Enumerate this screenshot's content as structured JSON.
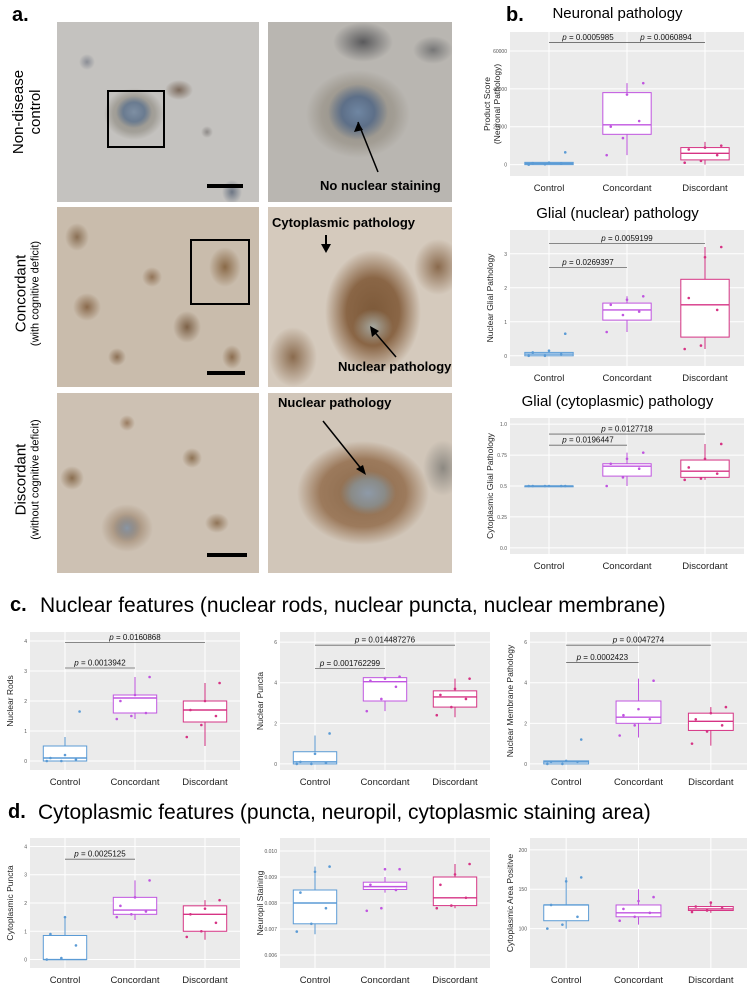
{
  "panel_a": {
    "label": "a.",
    "rows": [
      {
        "main": "Non-disease",
        "main2": "control",
        "sub": ""
      },
      {
        "main": "Concordant",
        "main2": "",
        "sub": "(with cognitive deficit)"
      },
      {
        "main": "Discordant",
        "main2": "",
        "sub": "(without cognitive deficit)"
      }
    ],
    "annotations": {
      "no_nuclear": "No nuclear staining",
      "cytoplasmic": "Cytoplasmic pathology",
      "nuclear1": "Nuclear pathology",
      "nuclear2": "Nuclear pathology"
    }
  },
  "panel_b": {
    "label": "b."
  },
  "panel_c": {
    "label": "c.",
    "title": "Nuclear features (nuclear rods, nuclear puncta, nuclear membrane)"
  },
  "panel_d": {
    "label": "d.",
    "title": "Cytoplasmic features (puncta, neuropil, cytoplasmic staining area)"
  },
  "colors": {
    "control": "#5b9bd5",
    "concordant": "#c055e0",
    "discordant": "#d63384",
    "plot_bg": "#ebebeb"
  },
  "chart_data": [
    {
      "id": "neuronal",
      "type": "box",
      "title": "Neuronal pathology",
      "ylabel": "Product Score\n(Neuronal Pathology)",
      "ylim": [
        -600,
        7000
      ],
      "yticks": [
        0,
        2000,
        4000,
        6000
      ],
      "ytick_labels": [
        "0",
        "20000",
        "40000",
        "60000"
      ],
      "categories": [
        "Control",
        "Concordant",
        "Discordant"
      ],
      "boxes": [
        {
          "q1": 0,
          "median": 60,
          "q3": 120,
          "lo": 0,
          "hi": 120,
          "points": [
            0,
            20,
            60,
            80,
            100,
            650
          ]
        },
        {
          "q1": 1600,
          "median": 2100,
          "q3": 3800,
          "lo": 500,
          "hi": 4300,
          "points": [
            500,
            1400,
            2300,
            2000,
            3700,
            4300
          ]
        },
        {
          "q1": 250,
          "median": 600,
          "q3": 900,
          "lo": 0,
          "hi": 1200,
          "points": [
            100,
            200,
            500,
            800,
            900,
            1000
          ]
        }
      ],
      "brackets": [
        {
          "from": 0,
          "to": 1,
          "level": 6450,
          "label": "p = 0.0005985"
        },
        {
          "from": 1,
          "to": 2,
          "level": 6450,
          "label": "p = 0.0060894"
        }
      ]
    },
    {
      "id": "glial_nuclear",
      "type": "box",
      "title": "Glial (nuclear) pathology",
      "ylabel": "Nuclear Glial Pathology",
      "ylim": [
        -0.3,
        3.7
      ],
      "yticks": [
        0,
        1,
        2,
        3
      ],
      "ytick_labels": [
        "0",
        "1",
        "2",
        "3"
      ],
      "categories": [
        "Control",
        "Concordant",
        "Discordant"
      ],
      "boxes": [
        {
          "q1": 0.0,
          "median": 0.05,
          "q3": 0.1,
          "lo": 0,
          "hi": 0.1,
          "points": [
            0,
            0,
            0.05,
            0.1,
            0.15,
            0.65
          ]
        },
        {
          "q1": 1.05,
          "median": 1.35,
          "q3": 1.55,
          "lo": 0.7,
          "hi": 1.75,
          "points": [
            0.7,
            1.2,
            1.3,
            1.5,
            1.65,
            1.75
          ]
        },
        {
          "q1": 0.55,
          "median": 1.5,
          "q3": 2.25,
          "lo": 0.2,
          "hi": 3.2,
          "points": [
            0.2,
            0.3,
            1.35,
            1.7,
            2.9,
            3.2
          ]
        }
      ],
      "brackets": [
        {
          "from": 0,
          "to": 2,
          "level": 3.3,
          "label": "p = 0.0059199"
        },
        {
          "from": 0,
          "to": 1,
          "level": 2.6,
          "label": "p = 0.0269397"
        }
      ]
    },
    {
      "id": "glial_cyto",
      "type": "box",
      "title": "Glial (cytoplasmic) pathology",
      "ylabel": "Cytoplasmic Glial Pathology",
      "ylim": [
        -0.05,
        1.05
      ],
      "yticks": [
        0,
        0.25,
        0.5,
        0.75,
        1.0
      ],
      "ytick_labels": [
        "0.0",
        "0.25",
        "0.5",
        "0.75",
        "1.0"
      ],
      "categories": [
        "Control",
        "Concordant",
        "Discordant"
      ],
      "boxes": [
        {
          "q1": 0.5,
          "median": 0.5,
          "q3": 0.5,
          "lo": 0.5,
          "hi": 0.5,
          "points": [
            0.5,
            0.5,
            0.5,
            0.5,
            0.5,
            0.5
          ]
        },
        {
          "q1": 0.58,
          "median": 0.66,
          "q3": 0.68,
          "lo": 0.5,
          "hi": 0.77,
          "points": [
            0.5,
            0.57,
            0.64,
            0.68,
            0.72,
            0.77
          ]
        },
        {
          "q1": 0.57,
          "median": 0.62,
          "q3": 0.71,
          "lo": 0.55,
          "hi": 0.84,
          "points": [
            0.55,
            0.56,
            0.6,
            0.65,
            0.72,
            0.84
          ]
        }
      ],
      "brackets": [
        {
          "from": 0,
          "to": 2,
          "level": 0.92,
          "label": "p = 0.0127718"
        },
        {
          "from": 0,
          "to": 1,
          "level": 0.83,
          "label": "p = 0.0196447"
        }
      ]
    },
    {
      "id": "nuclear_rods",
      "type": "box",
      "title": "",
      "ylabel": "Nuclear Rods",
      "ylim": [
        -0.3,
        4.3
      ],
      "yticks": [
        0,
        1,
        2,
        3,
        4
      ],
      "ytick_labels": [
        "0",
        "1",
        "2",
        "3",
        "4"
      ],
      "categories": [
        "Control",
        "Concordant",
        "Discordant"
      ],
      "boxes": [
        {
          "q1": 0.0,
          "median": 0.1,
          "q3": 0.5,
          "lo": 0,
          "hi": 0.8,
          "points": [
            0,
            0,
            0.05,
            0.1,
            0.2,
            1.65
          ]
        },
        {
          "q1": 1.6,
          "median": 2.1,
          "q3": 2.2,
          "lo": 1.4,
          "hi": 2.8,
          "points": [
            1.4,
            1.5,
            1.6,
            2.0,
            2.2,
            2.8
          ]
        },
        {
          "q1": 1.3,
          "median": 1.7,
          "q3": 2.0,
          "lo": 0.5,
          "hi": 2.6,
          "points": [
            0.8,
            1.2,
            1.5,
            1.7,
            2.0,
            2.6
          ]
        }
      ],
      "brackets": [
        {
          "from": 0,
          "to": 2,
          "level": 3.95,
          "label": "p = 0.0160868"
        },
        {
          "from": 0,
          "to": 1,
          "level": 3.1,
          "label": "p = 0.0013942"
        }
      ]
    },
    {
      "id": "nuclear_puncta",
      "type": "box",
      "title": "",
      "ylabel": "Nuclear Puncta",
      "ylim": [
        -0.3,
        6.5
      ],
      "yticks": [
        0,
        2,
        4,
        6
      ],
      "ytick_labels": [
        "0",
        "2",
        "4",
        "6"
      ],
      "categories": [
        "Control",
        "Concordant",
        "Discordant"
      ],
      "boxes": [
        {
          "q1": 0.0,
          "median": 0.1,
          "q3": 0.6,
          "lo": 0,
          "hi": 1.4,
          "points": [
            0,
            0,
            0.05,
            0.1,
            0.5,
            1.5
          ]
        },
        {
          "q1": 3.1,
          "median": 4.05,
          "q3": 4.25,
          "lo": 2.6,
          "hi": 4.3,
          "points": [
            2.6,
            3.2,
            3.8,
            4.1,
            4.2,
            4.3
          ]
        },
        {
          "q1": 2.8,
          "median": 3.3,
          "q3": 3.6,
          "lo": 2.3,
          "hi": 4.2,
          "points": [
            2.4,
            2.8,
            3.2,
            3.4,
            3.7,
            4.2
          ]
        }
      ],
      "brackets": [
        {
          "from": 0,
          "to": 2,
          "level": 5.85,
          "label": "p = 0.014487276"
        },
        {
          "from": 0,
          "to": 1,
          "level": 4.7,
          "label": "p = 0.001762299"
        }
      ]
    },
    {
      "id": "nuclear_membrane",
      "type": "box",
      "title": "",
      "ylabel": "Nuclear Membrane Pathology",
      "ylim": [
        -0.3,
        6.5
      ],
      "yticks": [
        0,
        2,
        4,
        6
      ],
      "ytick_labels": [
        "0",
        "2",
        "4",
        "6"
      ],
      "categories": [
        "Control",
        "Concordant",
        "Discordant"
      ],
      "boxes": [
        {
          "q1": 0.0,
          "median": 0.1,
          "q3": 0.15,
          "lo": 0,
          "hi": 0.2,
          "points": [
            0,
            0,
            0.1,
            0.1,
            0.15,
            1.2
          ]
        },
        {
          "q1": 2.0,
          "median": 2.3,
          "q3": 3.1,
          "lo": 1.3,
          "hi": 4.2,
          "points": [
            1.4,
            1.9,
            2.2,
            2.4,
            2.7,
            4.1
          ]
        },
        {
          "q1": 1.65,
          "median": 2.1,
          "q3": 2.5,
          "lo": 0.9,
          "hi": 2.8,
          "points": [
            1.0,
            1.6,
            1.9,
            2.2,
            2.5,
            2.8
          ]
        }
      ],
      "brackets": [
        {
          "from": 0,
          "to": 2,
          "level": 5.85,
          "label": "p = 0.0047274"
        },
        {
          "from": 0,
          "to": 1,
          "level": 5.0,
          "label": "p = 0.0002423"
        }
      ]
    },
    {
      "id": "cyto_puncta",
      "type": "box",
      "title": "",
      "ylabel": "Cytoplasmic Puncta",
      "ylim": [
        -0.3,
        4.3
      ],
      "yticks": [
        0,
        1,
        2,
        3,
        4
      ],
      "ytick_labels": [
        "0",
        "1",
        "2",
        "3",
        "4"
      ],
      "categories": [
        "Control",
        "Concordant",
        "Discordant"
      ],
      "boxes": [
        {
          "q1": 0.0,
          "median": 0.0,
          "q3": 0.85,
          "lo": 0,
          "hi": 1.5,
          "points": [
            0,
            0.05,
            0.5,
            0.9,
            1.5
          ]
        },
        {
          "q1": 1.6,
          "median": 1.75,
          "q3": 2.2,
          "lo": 1.4,
          "hi": 2.8,
          "points": [
            1.5,
            1.6,
            1.7,
            1.9,
            2.2,
            2.8
          ]
        },
        {
          "q1": 1.0,
          "median": 1.6,
          "q3": 1.9,
          "lo": 0.7,
          "hi": 2.1,
          "points": [
            0.8,
            1.0,
            1.3,
            1.6,
            1.8,
            2.1
          ]
        }
      ],
      "brackets": [
        {
          "from": 0,
          "to": 1,
          "level": 3.55,
          "label": "p = 0.0025125"
        }
      ]
    },
    {
      "id": "neuropil",
      "type": "box",
      "title": "",
      "ylabel": "Neuropil Staining",
      "ylim": [
        0.0055,
        0.0105
      ],
      "yticks": [
        0.006,
        0.007,
        0.008,
        0.009,
        0.01
      ],
      "ytick_labels": [
        "0.006",
        "0.007",
        "0.008",
        "0.009",
        "0.010"
      ],
      "categories": [
        "Control",
        "Concordant",
        "Discordant"
      ],
      "boxes": [
        {
          "q1": 0.0072,
          "median": 0.008,
          "q3": 0.0085,
          "lo": 0.0068,
          "hi": 0.0094,
          "points": [
            0.0069,
            0.0072,
            0.0078,
            0.0084,
            0.0092,
            0.0094
          ]
        },
        {
          "q1": 0.00852,
          "median": 0.00863,
          "q3": 0.0088,
          "lo": 0.0084,
          "hi": 0.009,
          "points": [
            0.0077,
            0.0078,
            0.0085,
            0.0087,
            0.0093,
            0.0093
          ]
        },
        {
          "q1": 0.0079,
          "median": 0.0082,
          "q3": 0.009,
          "lo": 0.0078,
          "hi": 0.0095,
          "points": [
            0.0078,
            0.0079,
            0.0082,
            0.0087,
            0.0091,
            0.0095
          ]
        }
      ],
      "brackets": []
    },
    {
      "id": "cyto_area",
      "type": "box",
      "title": "",
      "ylabel": "Cytoplasmic Area Positive",
      "ylim": [
        50,
        215
      ],
      "yticks": [
        100,
        150,
        200
      ],
      "ytick_labels": [
        "100",
        "150",
        "200"
      ],
      "categories": [
        "Control",
        "Concordant",
        "Discordant"
      ],
      "boxes": [
        {
          "q1": 110,
          "median": 130,
          "q3": 130,
          "lo": 100,
          "hi": 165,
          "points": [
            100,
            105,
            115,
            130,
            160,
            165
          ]
        },
        {
          "q1": 115,
          "median": 120,
          "q3": 130,
          "lo": 105,
          "hi": 150,
          "points": [
            110,
            115,
            120,
            125,
            135,
            140
          ]
        },
        {
          "q1": 123,
          "median": 125,
          "q3": 128,
          "lo": 120,
          "hi": 133,
          "points": [
            121,
            123,
            126,
            128,
            133
          ]
        }
      ],
      "brackets": []
    }
  ]
}
